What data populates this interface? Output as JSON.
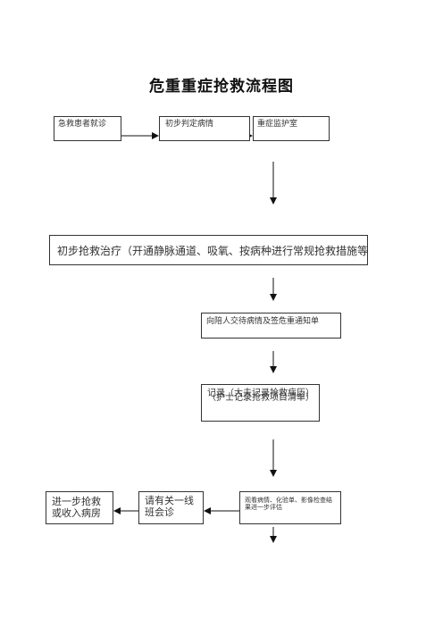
{
  "title": "危重重症抢救流程图",
  "nodes": {
    "receive_patient": "急救患者就诊",
    "initial_assess": "初步判定病情",
    "monitor": "重症监护室",
    "initial_treatment": "初步抢救治疗（开通静脉通道、吸氧、按病种进行常规抢救措施等）",
    "notify_family": "向陪人交待病情及签危重通知单",
    "record_line1": "记录（大夫记录抢救病历）",
    "record_line2": "（护士记录抢救项目清单）",
    "further_rescue": "进一步抢救或收入病房",
    "consult": "请有关一线班会诊",
    "review_results": "观看病情、化验单、影像检查结果进一步评估"
  }
}
